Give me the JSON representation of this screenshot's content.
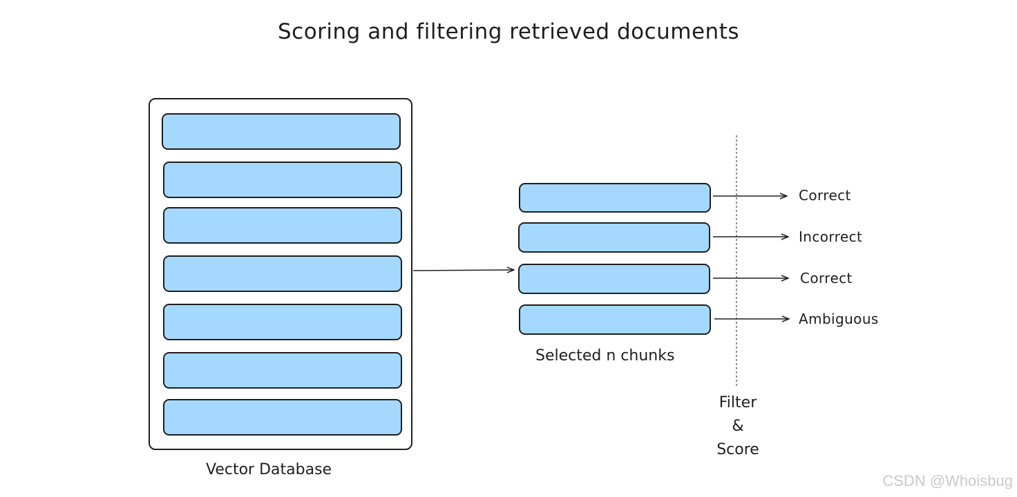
{
  "title": "Scoring and filtering retrieved documents",
  "vector_database": {
    "label": "Vector Database",
    "chunk_count": 7
  },
  "selected_chunks": {
    "label": "Selected n chunks",
    "count": 4
  },
  "filter": {
    "line1": "Filter",
    "line2": "&",
    "line3": "Score"
  },
  "outcomes": [
    "Correct",
    "Incorrect",
    "Correct",
    "Ambiguous"
  ],
  "watermark": "CSDN @Whoisbug",
  "colors": {
    "chunk_fill": "#a5d8ff",
    "stroke": "#1e1e1e",
    "watermark": "#c9c9c9"
  }
}
